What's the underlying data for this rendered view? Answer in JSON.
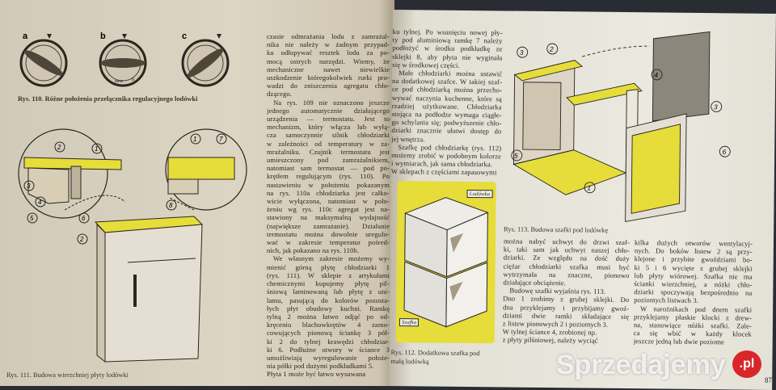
{
  "left_page": {
    "fig110": {
      "caption": "Rys. 110. Różne położenia przełącznika regulacyjnego lodówki",
      "labels": [
        "a",
        "b",
        "c"
      ],
      "dial_marks": [
        "MAX",
        "0"
      ]
    },
    "fig111": {
      "caption": "Rys. 111. Budowa wierzchniej płyty lodówki",
      "callouts": [
        "1",
        "2",
        "3",
        "4",
        "5",
        "6",
        "7",
        "8"
      ]
    },
    "text": [
      "czasie odmrażania lodu z zamrażal-",
      "nika nie należy w żadnym przypad-",
      "ku odłupywać resztek lodu za po-",
      "mocą ostrych narzędzi. Wiemy, że",
      "mechaniczne nawet niewielkie",
      "uszkodzenie któregokolwiek rurki pro-",
      "wadzi do zniszczenia agregatu chło-",
      "dzącego.",
      "  Na rys. 109 nie oznaczono jeszcze",
      "jednego automatycznie działającego",
      "urządzenia — termostatu. Jest to",
      "mechanizm, który włącza lub wyłą-",
      "cza samoczynnie silnik chłodziarki",
      "w zależności od temperatury w za-",
      "mrażalniku. Czujnik termostatu jest",
      "umieszczony pod zamrażalnikiem,",
      "natomiast sam termostat — pod po-",
      "krętłem regulującym (rys. 110). Po",
      "nastawieniu w położeniu pokazanym",
      "na rys. 110a chłodziarka jest całko-",
      "wicie wyłączona, natomiast w poło-",
      "żeniu wg rys. 110c agregat jest na-",
      "stawiony na maksymalną wydajność",
      "(największe zamrażanie). Działanie",
      "termostatu można dowolnie uregulo-",
      "wać w zakresie temperatur pośred-",
      "nich, jak pokazano na rys. 110b.",
      "  We własnym zakresie możemy wy-",
      "mienić górną płytę chłodziarki 1",
      "(rys. 111). W sklepie z artykułami",
      "chemicznymi kupujemy płytę pil-",
      "śniową laminowaną lub płytę z uni-",
      "lamu, pasującą do kolorów pozosta-",
      "łych płyt obudowy kuchni. Ramkę",
      "tylną 2 można łatwo odjąć po od-",
      "kręceniu blachowkrętów 4 zamo-",
      "cowujących pionową ściankę 3 pół-",
      "ki 2 do tylnej krawędzi chłodziar-",
      "ki 6. Podłużne otwory w ściance 3",
      "umożliwiają wyregulowanie położe-",
      "nia półki pod dużymi podkładkami 5.",
      "Płyta 1 może być łatwo wysuwana"
    ]
  },
  "right_page": {
    "text_top": [
      "ku tylnej. Po wsunięciu nowej pły-",
      "ty pod aluminiową ramkę 7 należy",
      "podłożyć w środku podkładkę ze",
      "sklejki 8, aby płyta nie wyginała",
      "się w środkowej części.",
      "  Małe chłodziarki można ustawić",
      "na dodatkowej szafce. W takiej szaf-",
      "ce pod chłodziarką można przecho-",
      "wywać naczynia kuchenne, które są",
      "rzadziej użytkowane. Chłodziarka",
      "stojąca na podłodze wymaga ciągłe-",
      "go schylania się; podwyższenie chło-",
      "dziarki znacznie ułatwi dostęp do",
      "jej wnętrza.",
      "  Szafkę pod chłodziarkę (rys. 112)",
      "możemy zrobić w podobnym kolorze",
      "i wymiarach, jak sama chłodziarka.",
      "W sklepach z częściami zapasowymi"
    ],
    "fig112": {
      "caption_line1": "Rys. 112. Dodatkowa szafka pod",
      "caption_line2": "małą lodówką",
      "label_fridge": "Lodówka",
      "label_cabinet": "Szafka"
    },
    "fig113": {
      "caption": "Rys. 113. Budowa szafki pod lodówkę",
      "callouts": [
        "1",
        "2",
        "3",
        "4",
        "5",
        "6"
      ]
    },
    "text_col1": [
      "można nabyć uchwyt do drzwi szaf-",
      "ki, taki sam jak uchwyt naszej chło-",
      "dziarki. Ze względu na dość duży",
      "ciężar chłodziarki szafka musi być",
      "wytrzymała na znaczne, pionowo",
      "działające obciążenie.",
      "  Budowę szafki wyjaśnia rys. 113.",
      "Dno 1 zrobimy z grubej sklejki. Do",
      "dna przyklejamy i przybijamy gwoź-",
      "dziami dwie ramki składające się",
      "z listew pionowych 2 i poziomych 3.",
      "W tylnej ściance 4, zrobionej np.",
      "z płyty pilśniowej, należy wyciąć"
    ],
    "text_col2": [
      "kilka dużych otworów wentylacyj-",
      "nych. Do boków listew 2 są przy-",
      "klejone i przybite gwoździami bo-",
      "ki 5 i 6 wycięte z grubej sklejki",
      "lub płyty wiórowej. Szafka nie ma",
      "ścianki wierzchniej, a nóżki chło-",
      "dziarki spoczywają bezpośrednio na",
      "poziomych listwach 3.",
      "  W narożnikach pod dnem szafki",
      "przyklejamy płaskie klocki z drew-",
      "na, stanowiące nóżki szafki. Zale-",
      "ca się wbić w każdy klocek",
      "jeszcze jedną lub dwie poziome"
    ],
    "page_number": "87"
  },
  "watermark": {
    "text": "Sprzedajemy",
    "badge": ".pl"
  },
  "colors": {
    "accent_yellow": "#e6dc3a",
    "page_left": "#d8d0bf",
    "page_right": "#e8e6dc",
    "ink": "#2a2620"
  }
}
